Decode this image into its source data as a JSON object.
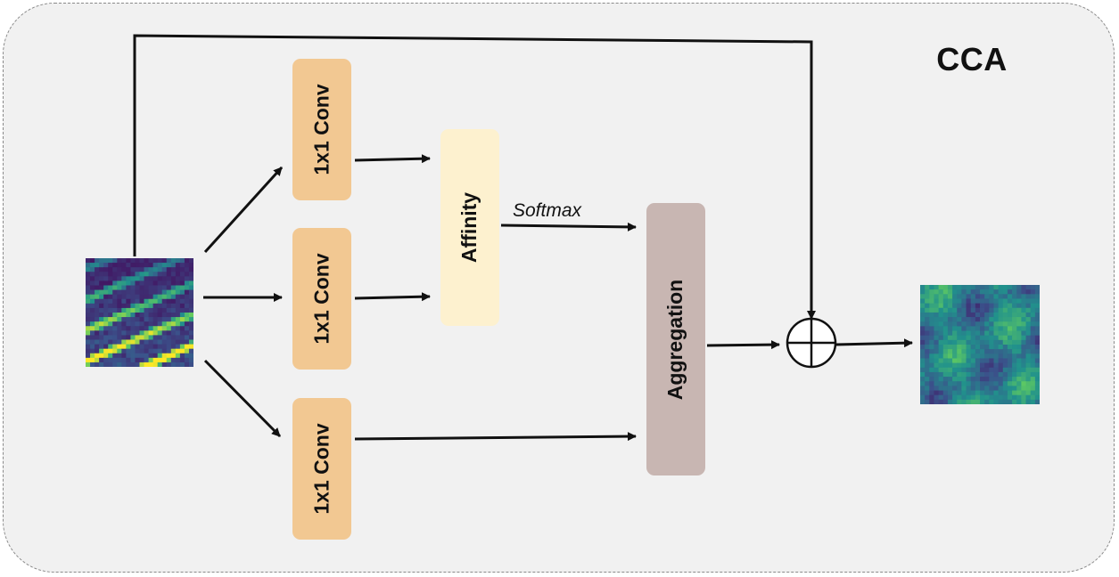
{
  "title": "CCA",
  "blocks": {
    "conv_top": "1x1 Conv",
    "conv_middle": "1x1 Conv",
    "conv_bottom": "1x1 Conv",
    "affinity": "Affinity",
    "aggregation": "Aggregation"
  },
  "edge_labels": {
    "softmax": "Softmax"
  },
  "colors": {
    "conv": "#f2c892",
    "affinity": "#fdf1cf",
    "aggregation": "#c8b6b2",
    "background": "#f1f1f1",
    "line": "#111111"
  }
}
